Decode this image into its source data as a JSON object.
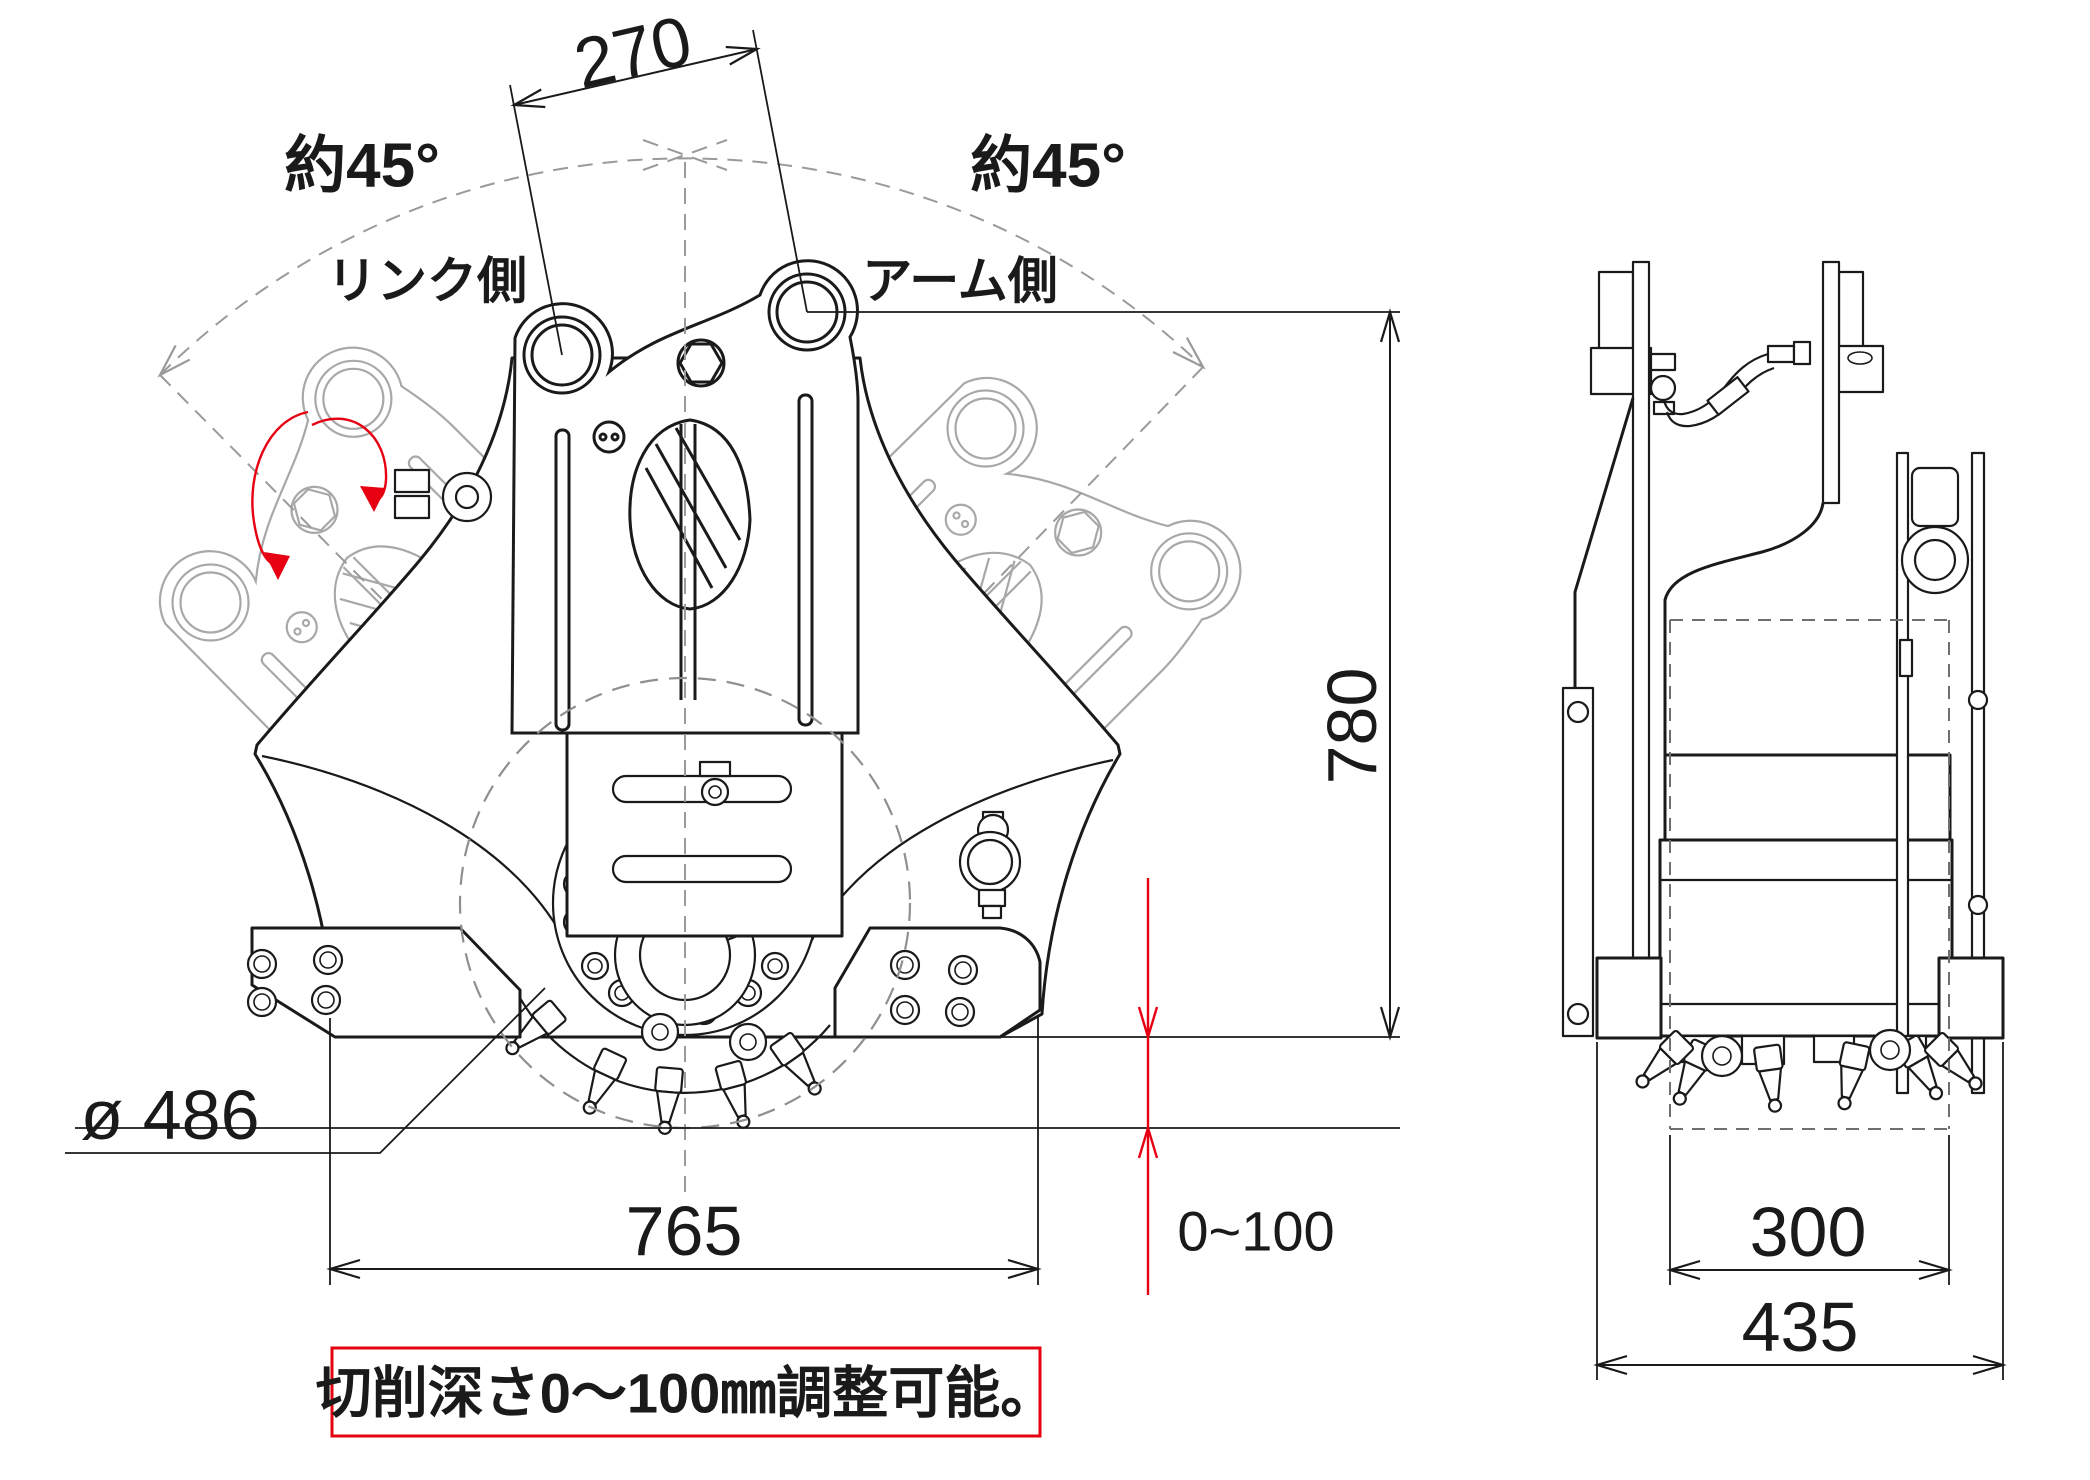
{
  "labels": {
    "dim_270": "270",
    "angle_left": "約45°",
    "angle_right": "約45°",
    "link_side": "リンク側",
    "arm_side": "アーム側",
    "dim_780": "780",
    "dia_486": "ø 486",
    "dim_765": "765",
    "depth_range": "0~100",
    "dim_300": "300",
    "dim_435": "435"
  },
  "caption": {
    "text": "切削深さ0～100㎜調整可能。"
  },
  "dimensions_mm": {
    "top_pin_spacing": 270,
    "overall_height": 780,
    "overall_width": 765,
    "drum_diameter": 486,
    "cutting_depth_min": 0,
    "cutting_depth_max": 100,
    "drum_width": 300,
    "side_overall_width": 435,
    "swing_angle_deg_each_side": 45
  },
  "colors": {
    "line": "#1a1a1a",
    "ghost": "#a8a8a8",
    "phantom": "#8f8f8f",
    "accent_red": "#e60012",
    "background": "#ffffff"
  }
}
